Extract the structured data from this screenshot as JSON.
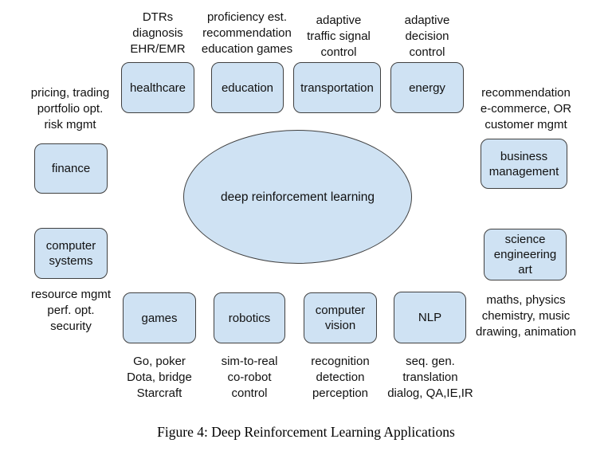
{
  "figure": {
    "caption": "Figure 4: Deep Reinforcement Learning Applications"
  },
  "center": {
    "label": "deep reinforcement learning"
  },
  "nodes": {
    "healthcare": {
      "label": "healthcare",
      "note": "DTRs\ndiagnosis\nEHR/EMR"
    },
    "education": {
      "label": "education",
      "note": "proficiency est.\nrecommendation\neducation games"
    },
    "transportation": {
      "label": "transportation",
      "note": "adaptive\ntraffic signal\ncontrol"
    },
    "energy": {
      "label": "energy",
      "note": "adaptive\ndecision\ncontrol"
    },
    "finance": {
      "label": "finance",
      "note": "pricing, trading\nportfolio opt.\nrisk mgmt"
    },
    "computer_systems": {
      "label": "computer\nsystems",
      "note": "resource mgmt\nperf. opt.\nsecurity"
    },
    "business_management": {
      "label": "business\nmanagement",
      "note": "recommendation\ne-commerce, OR\ncustomer mgmt"
    },
    "science_engineering_art": {
      "label": "science\nengineering\nart",
      "note": "maths, physics\nchemistry, music\ndrawing, animation"
    },
    "games": {
      "label": "games",
      "note": "Go, poker\nDota, bridge\nStarcraft"
    },
    "robotics": {
      "label": "robotics",
      "note": "sim-to-real\nco-robot\ncontrol"
    },
    "computer_vision": {
      "label": "computer\nvision",
      "note": "recognition\ndetection\nperception"
    },
    "nlp": {
      "label": "NLP",
      "note": "seq. gen.\ntranslation\ndialog, QA,IE,IR"
    }
  },
  "colors": {
    "node_fill": "#cfe2f3",
    "node_border": "#404040",
    "text": "#111111",
    "background": "#ffffff"
  }
}
